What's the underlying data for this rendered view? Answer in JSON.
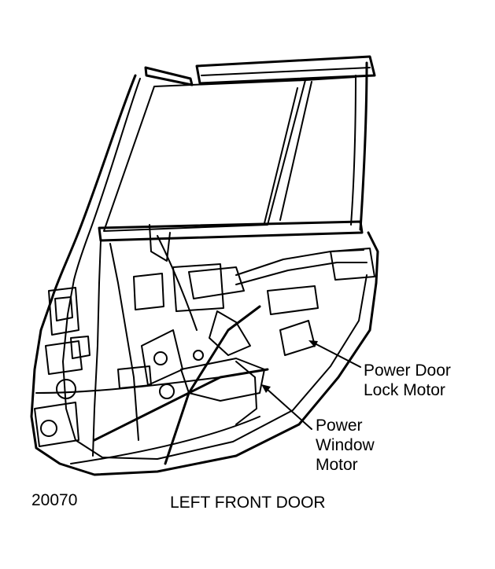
{
  "figure_number": "20070",
  "caption": "LEFT FRONT DOOR",
  "callouts": {
    "door_lock_motor": [
      "Power Door",
      "Lock Motor"
    ],
    "window_motor": [
      "Power",
      "Window",
      "Motor"
    ]
  },
  "colors": {
    "ink": "#000000",
    "background": "#ffffff"
  }
}
